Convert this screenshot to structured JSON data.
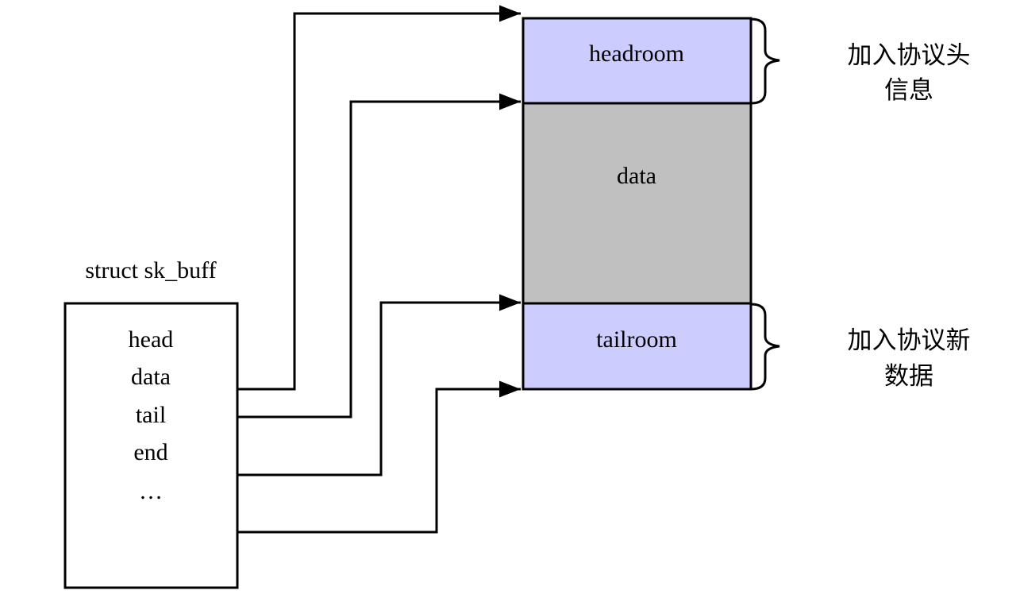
{
  "diagram": {
    "type": "sk_buff memory layout",
    "struct": {
      "title": "struct sk_buff",
      "fields": [
        "head",
        "data",
        "tail",
        "end",
        "…"
      ]
    },
    "buffer": {
      "segments": [
        {
          "name": "headroom",
          "label": "headroom",
          "color": "#ccccff"
        },
        {
          "name": "data",
          "label": "data",
          "color": "#c0c0c0"
        },
        {
          "name": "tailroom",
          "label": "tailroom",
          "color": "#ccccff"
        }
      ]
    },
    "annotations": {
      "headroom_note": [
        "加入协议头",
        "信息"
      ],
      "tailroom_note": [
        "加入协议新",
        "数据"
      ]
    },
    "pointers": [
      {
        "from": "head",
        "to": "headroom top"
      },
      {
        "from": "data",
        "to": "data top"
      },
      {
        "from": "tail",
        "to": "tailroom top"
      },
      {
        "from": "end",
        "to": "tailroom bottom"
      }
    ]
  }
}
